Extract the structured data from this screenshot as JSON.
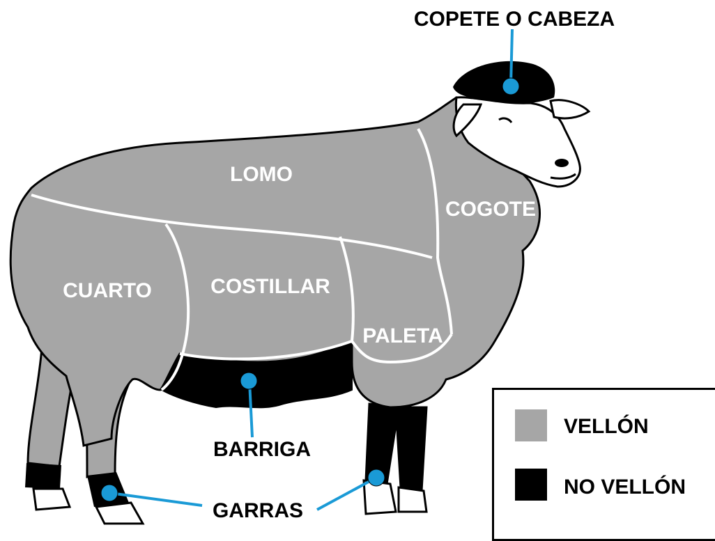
{
  "labels": {
    "copete": "COPETE O CABEZA",
    "lomo": "LOMO",
    "cogote": "COGOTE",
    "cuarto": "CUARTO",
    "costillar": "COSTILLAR",
    "paleta": "PALETA",
    "barriga": "BARRIGA",
    "garras": "GARRAS"
  },
  "legend": {
    "fleece_label": "VELLÓN",
    "non_fleece_label": "NO VELLÓN"
  },
  "colors": {
    "fleece": "#a6a6a6",
    "non_fleece": "#000000",
    "marker": "#1a9ad6",
    "outline": "#000000",
    "region_border": "#ffffff"
  }
}
